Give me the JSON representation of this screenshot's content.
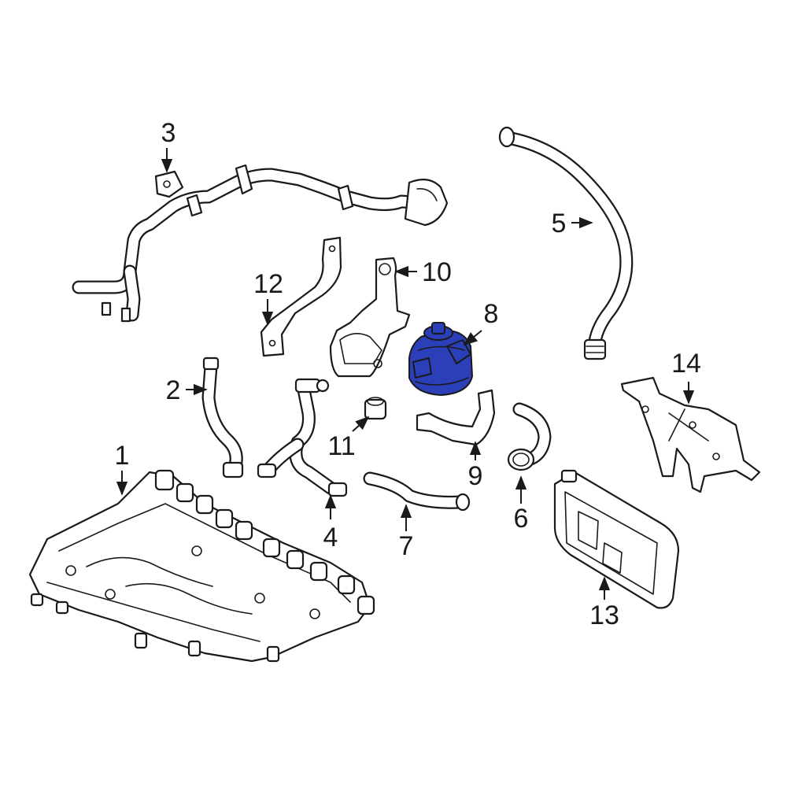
{
  "diagram": {
    "highlight_color": "#2b3fb8",
    "line_color": "#1a1a1a",
    "background": "#ffffff",
    "highlighted_part": "8",
    "callouts": [
      {
        "id": "c1",
        "label": "1"
      },
      {
        "id": "c2",
        "label": "2"
      },
      {
        "id": "c3",
        "label": "3"
      },
      {
        "id": "c4",
        "label": "4"
      },
      {
        "id": "c5",
        "label": "5"
      },
      {
        "id": "c6",
        "label": "6"
      },
      {
        "id": "c7",
        "label": "7"
      },
      {
        "id": "c8",
        "label": "8"
      },
      {
        "id": "c9",
        "label": "9"
      },
      {
        "id": "c10",
        "label": "10"
      },
      {
        "id": "c11",
        "label": "11"
      },
      {
        "id": "c12",
        "label": "12"
      },
      {
        "id": "c13",
        "label": "13"
      },
      {
        "id": "c14",
        "label": "14"
      }
    ]
  }
}
